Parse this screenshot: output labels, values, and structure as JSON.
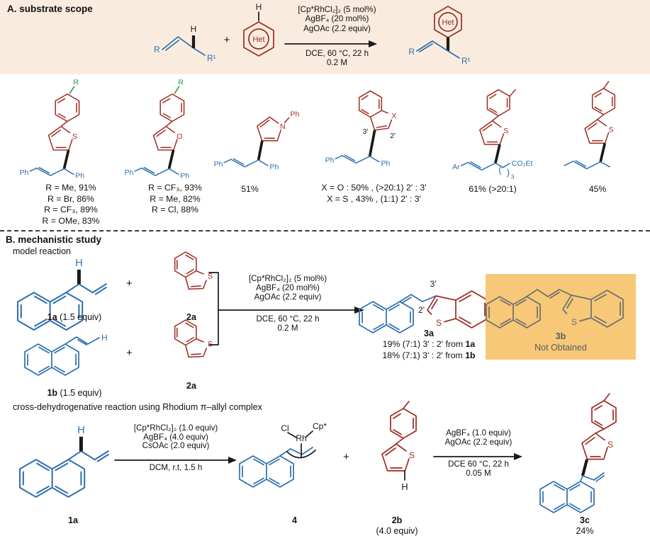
{
  "colors": {
    "banner_bg": "#f9ecdf",
    "highlight_bg": "#f6c878",
    "structure_blue": "#2e6fad",
    "structure_red": "#9d2b23",
    "substituent_green": "#18993c",
    "not_obtained_gray": "#6e6e6e"
  },
  "atoms": {
    "R": "R",
    "R1": "R¹",
    "H": "H",
    "het": "Het",
    "plus": "+",
    "S": "S",
    "O": "O",
    "N": "N",
    "X": "X",
    "Ph": "Ph",
    "Ar": "Ar",
    "ester": "CO₂Et",
    "paren_open": "(",
    "paren_close": ")",
    "sub3": "3",
    "pos2": "2'",
    "pos3": "3'",
    "Cl": "Cl",
    "Rh": "Rh",
    "Cp": "Cp*"
  },
  "section_a": {
    "title": "A. substrate scope",
    "cond_above": [
      "[Cp*RhCl₂]₂ (5 mol%)",
      "AgBF₄ (20 mol%)",
      "AgOAc (2.2 equiv)"
    ],
    "cond_below": [
      "DCE, 60 °C, 22 h",
      "0.2 M"
    ],
    "substrates": [
      {
        "yields": [
          "R = Me, 91%",
          "R = Br, 86%",
          "R = CF₃, 89%",
          "R = OMe, 83%"
        ]
      },
      {
        "yields": [
          "R = CF₃, 93%",
          "R = Me, 82%",
          "R = Cl, 88%"
        ]
      },
      {
        "yields": [
          "51%"
        ]
      },
      {
        "yields": [
          "X = O : 50% , (>20:1) 2' : 3'",
          "X = S , 43% , (1:1) 2' : 3'"
        ]
      },
      {
        "yields": [
          "61% (>20:1)"
        ]
      },
      {
        "yields": [
          "45%"
        ]
      }
    ]
  },
  "section_b": {
    "title": "B. mechanistic study",
    "subtitle": "model reaction",
    "id_1a": "1a",
    "id_1b": "1b",
    "equiv_note": " (1.5 equiv)",
    "id_2a": "2a",
    "cond_above": [
      "[Cp*RhCl₂]₂ (5 mol%)",
      "AgBF₄ (20 mol%)",
      "AgOAc (2.2 equiv)"
    ],
    "cond_below": [
      "DCE, 60 °C, 22 h",
      "0.2 M"
    ],
    "id_3a": "3a",
    "yield1_pre": "19% (7:1) 3' : 2' from ",
    "yield2_pre": "18% (7:1) 3' : 2' from ",
    "box_id": "3b",
    "box_status": "Not Obtained"
  },
  "section_c": {
    "caption": "cross-dehydrogenative reaction using Rhodium π–allyl complex",
    "s1_above": [
      "[Cp*RhCl₂]₂ (1.0 equiv)",
      "AgBF₄ (4.0 equiv)",
      "CsOAc (2.0 equiv)"
    ],
    "s1_below": [
      "DCM, r.t, 1.5 h"
    ],
    "label_1a": "1a",
    "label_4": "4",
    "label_2b": "2b",
    "note_2b": "(4.0 equiv)",
    "s2_above": [
      "AgBF₄ (1.0 equiv)",
      "AgOAc (2.2 equiv)"
    ],
    "s2_below": [
      "DCE 60 °C, 22 h",
      "0.05 M"
    ],
    "label_3c": "3c",
    "yield_3c": "24%"
  }
}
